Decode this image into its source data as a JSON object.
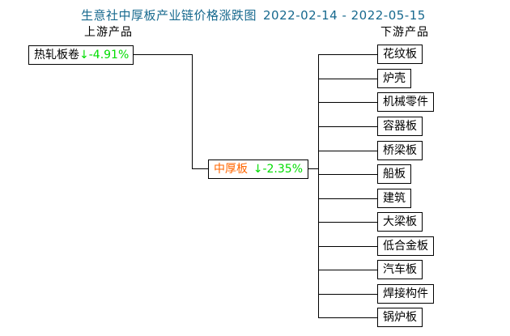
{
  "title": {
    "text": "生意社中厚板产业链价格涨跌图",
    "date_range": "2022-02-14 - 2022-05-15"
  },
  "labels": {
    "upstream": "上游产品",
    "downstream": "下游产品"
  },
  "colors": {
    "title_blue": "#17698E",
    "decline_green": "#00DD00",
    "mid_node_orange": "#FF6600",
    "line_black": "#000000"
  },
  "upstream_node": {
    "label": "热轧板卷",
    "arrow": "↓",
    "change": "-4.91%"
  },
  "mid_node": {
    "label": "中厚板",
    "arrow": "↓",
    "change": "-2.35%"
  },
  "downstream": {
    "items": [
      "花纹板",
      "炉壳",
      "机械零件",
      "容器板",
      "桥梁板",
      "船板",
      "建筑",
      "大梁板",
      "低合金板",
      "汽车板",
      "焊接构件",
      "锅炉板"
    ]
  }
}
